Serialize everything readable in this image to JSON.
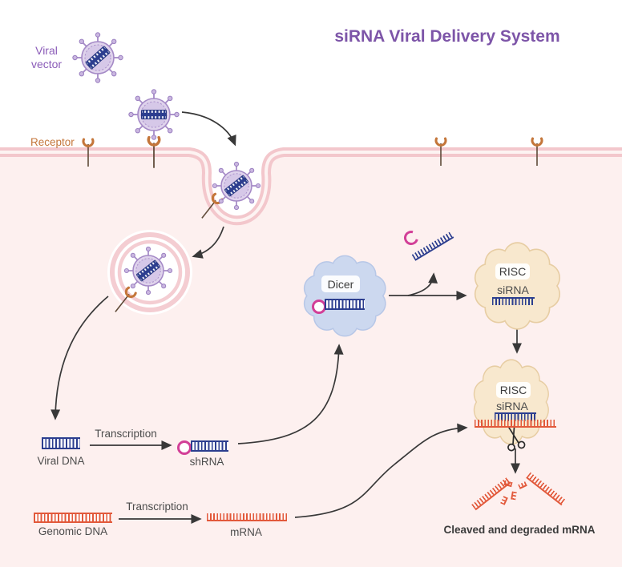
{
  "title": "siRNA Viral Delivery System",
  "labels": {
    "viral_vector_1": "Viral",
    "viral_vector_2": "vector",
    "receptor": "Receptor",
    "viral_dna": "Viral DNA",
    "transcription_1": "Transcription",
    "shrna": "shRNA",
    "dicer": "Dicer",
    "risc_1": "RISC",
    "sirna_1": "siRNA",
    "risc_2": "RISC",
    "sirna_2": "siRNA",
    "genomic_dna": "Genomic DNA",
    "transcription_2": "Transcription",
    "mrna": "mRNA",
    "cleaved": "Cleaved and degraded mRNA"
  },
  "icons": {
    "virus": "virus-icon",
    "receptor": "receptor-icon",
    "endosome": "endosome-icon",
    "dicer_cloud": "dicer-enzyme-icon",
    "risc_cloud": "risc-complex-icon",
    "scissors": "scissors-icon",
    "arrows": "flow-arrow"
  },
  "colors": {
    "title_purple": "#7d55a8",
    "label_purple": "#8b5cb8",
    "receptor_orange": "#c4763a",
    "rna_orange": "#e2593b",
    "dna_blue": "#2c3e8f",
    "loop_pink": "#d23f97",
    "membrane_pink": "#f3c7cc",
    "cytoplasm_pink": "#fdf0ef",
    "virus_fill": "#dfd3ec",
    "virus_stroke": "#a489c6",
    "dicer_fill": "#ccd8ef",
    "risc_fill": "#f8e8ce",
    "arrow_gray": "#383838"
  }
}
